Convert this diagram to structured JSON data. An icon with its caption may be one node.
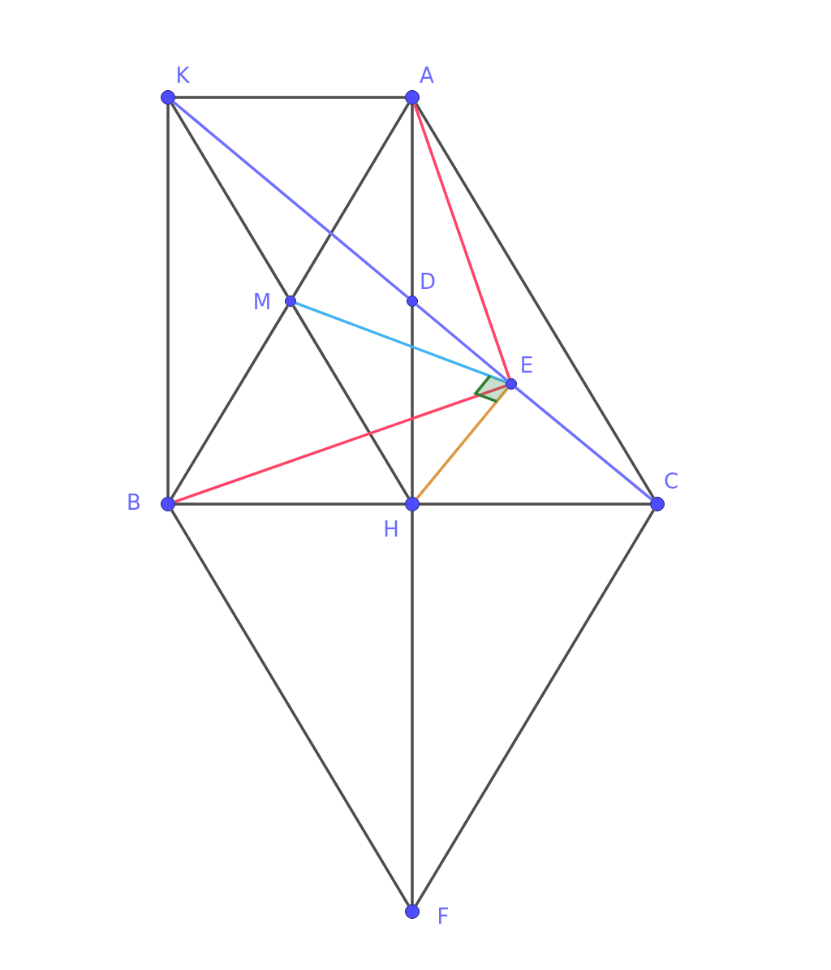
{
  "diagram": {
    "nodes": [
      {
        "text": [
          "K"
        ]
      },
      {
        "text": [
          "A"
        ]
      },
      {
        "text": [
          "M"
        ]
      },
      {
        "text": [
          "D"
        ]
      },
      {
        "text": [
          "E"
        ]
      },
      {
        "text": [
          "B"
        ]
      },
      {
        "text": [
          "H"
        ]
      },
      {
        "text": [
          "C"
        ]
      },
      {
        "text": [
          "F"
        ]
      }
    ],
    "edges": [
      {
        "from": 0,
        "to": 1,
        "arrow": "none"
      },
      {
        "from": 0,
        "to": 5,
        "arrow": "none"
      },
      {
        "from": 0,
        "to": 2,
        "arrow": "none"
      },
      {
        "from": 2,
        "to": 6,
        "arrow": "none"
      },
      {
        "from": 1,
        "to": 2,
        "arrow": "none"
      },
      {
        "from": 2,
        "to": 5,
        "arrow": "none"
      },
      {
        "from": 1,
        "to": 3,
        "arrow": "none"
      },
      {
        "from": 3,
        "to": 6,
        "arrow": "none"
      },
      {
        "from": 1,
        "to": 7,
        "arrow": "none"
      },
      {
        "from": 5,
        "to": 6,
        "arrow": "none"
      },
      {
        "from": 6,
        "to": 7,
        "arrow": "none"
      },
      {
        "from": 5,
        "to": 8,
        "arrow": "none"
      },
      {
        "from": 7,
        "to": 8,
        "arrow": "none"
      },
      {
        "from": 6,
        "to": 8,
        "arrow": "none"
      },
      {
        "from": 0,
        "to": 3,
        "arrow": "none",
        "color": "#7070ff"
      },
      {
        "from": 3,
        "to": 4,
        "arrow": "none",
        "color": "#7070ff"
      },
      {
        "from": 4,
        "to": 7,
        "arrow": "none",
        "color": "#7070ff"
      },
      {
        "from": 1,
        "to": 4,
        "arrow": "none",
        "color": "#ff4466"
      },
      {
        "from": 5,
        "to": 4,
        "arrow": "none",
        "color": "#ff4466"
      },
      {
        "from": 2,
        "to": 4,
        "arrow": "none",
        "color": "#44b4f0"
      },
      {
        "from": 6,
        "to": 4,
        "arrow": "none",
        "color": "#dd9944"
      }
    ]
  }
}
